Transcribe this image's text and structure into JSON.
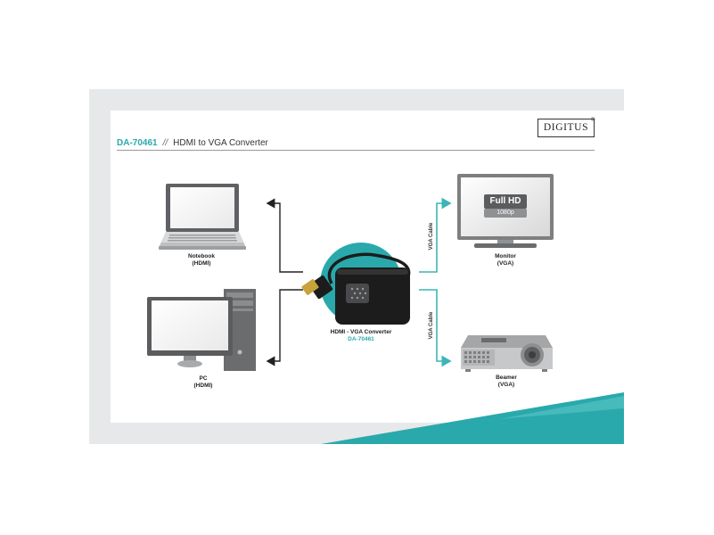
{
  "brand": {
    "logo_text": "DIGITUS",
    "registered": "®"
  },
  "header": {
    "code": "DA-70461",
    "separator": "//",
    "title": "HDMI to VGA Converter"
  },
  "devices": {
    "notebook": {
      "name": "Notebook",
      "port": "(HDMI)"
    },
    "pc": {
      "name": "PC",
      "port": "(HDMI)"
    },
    "monitor": {
      "name": "Monitor",
      "port": "(VGA)",
      "badge_main": "Full HD",
      "badge_sub": "1080p"
    },
    "beamer": {
      "name": "Beamer",
      "port": "(VGA)"
    },
    "converter": {
      "name": "HDMI - VGA Converter",
      "code": "DA-70461"
    }
  },
  "cables": {
    "top": "VGA Cable",
    "bottom": "VGA Cable"
  },
  "colors": {
    "accent": "#2aa9ac",
    "teal_arrow": "#3bb5b7",
    "dark": "#222222"
  }
}
